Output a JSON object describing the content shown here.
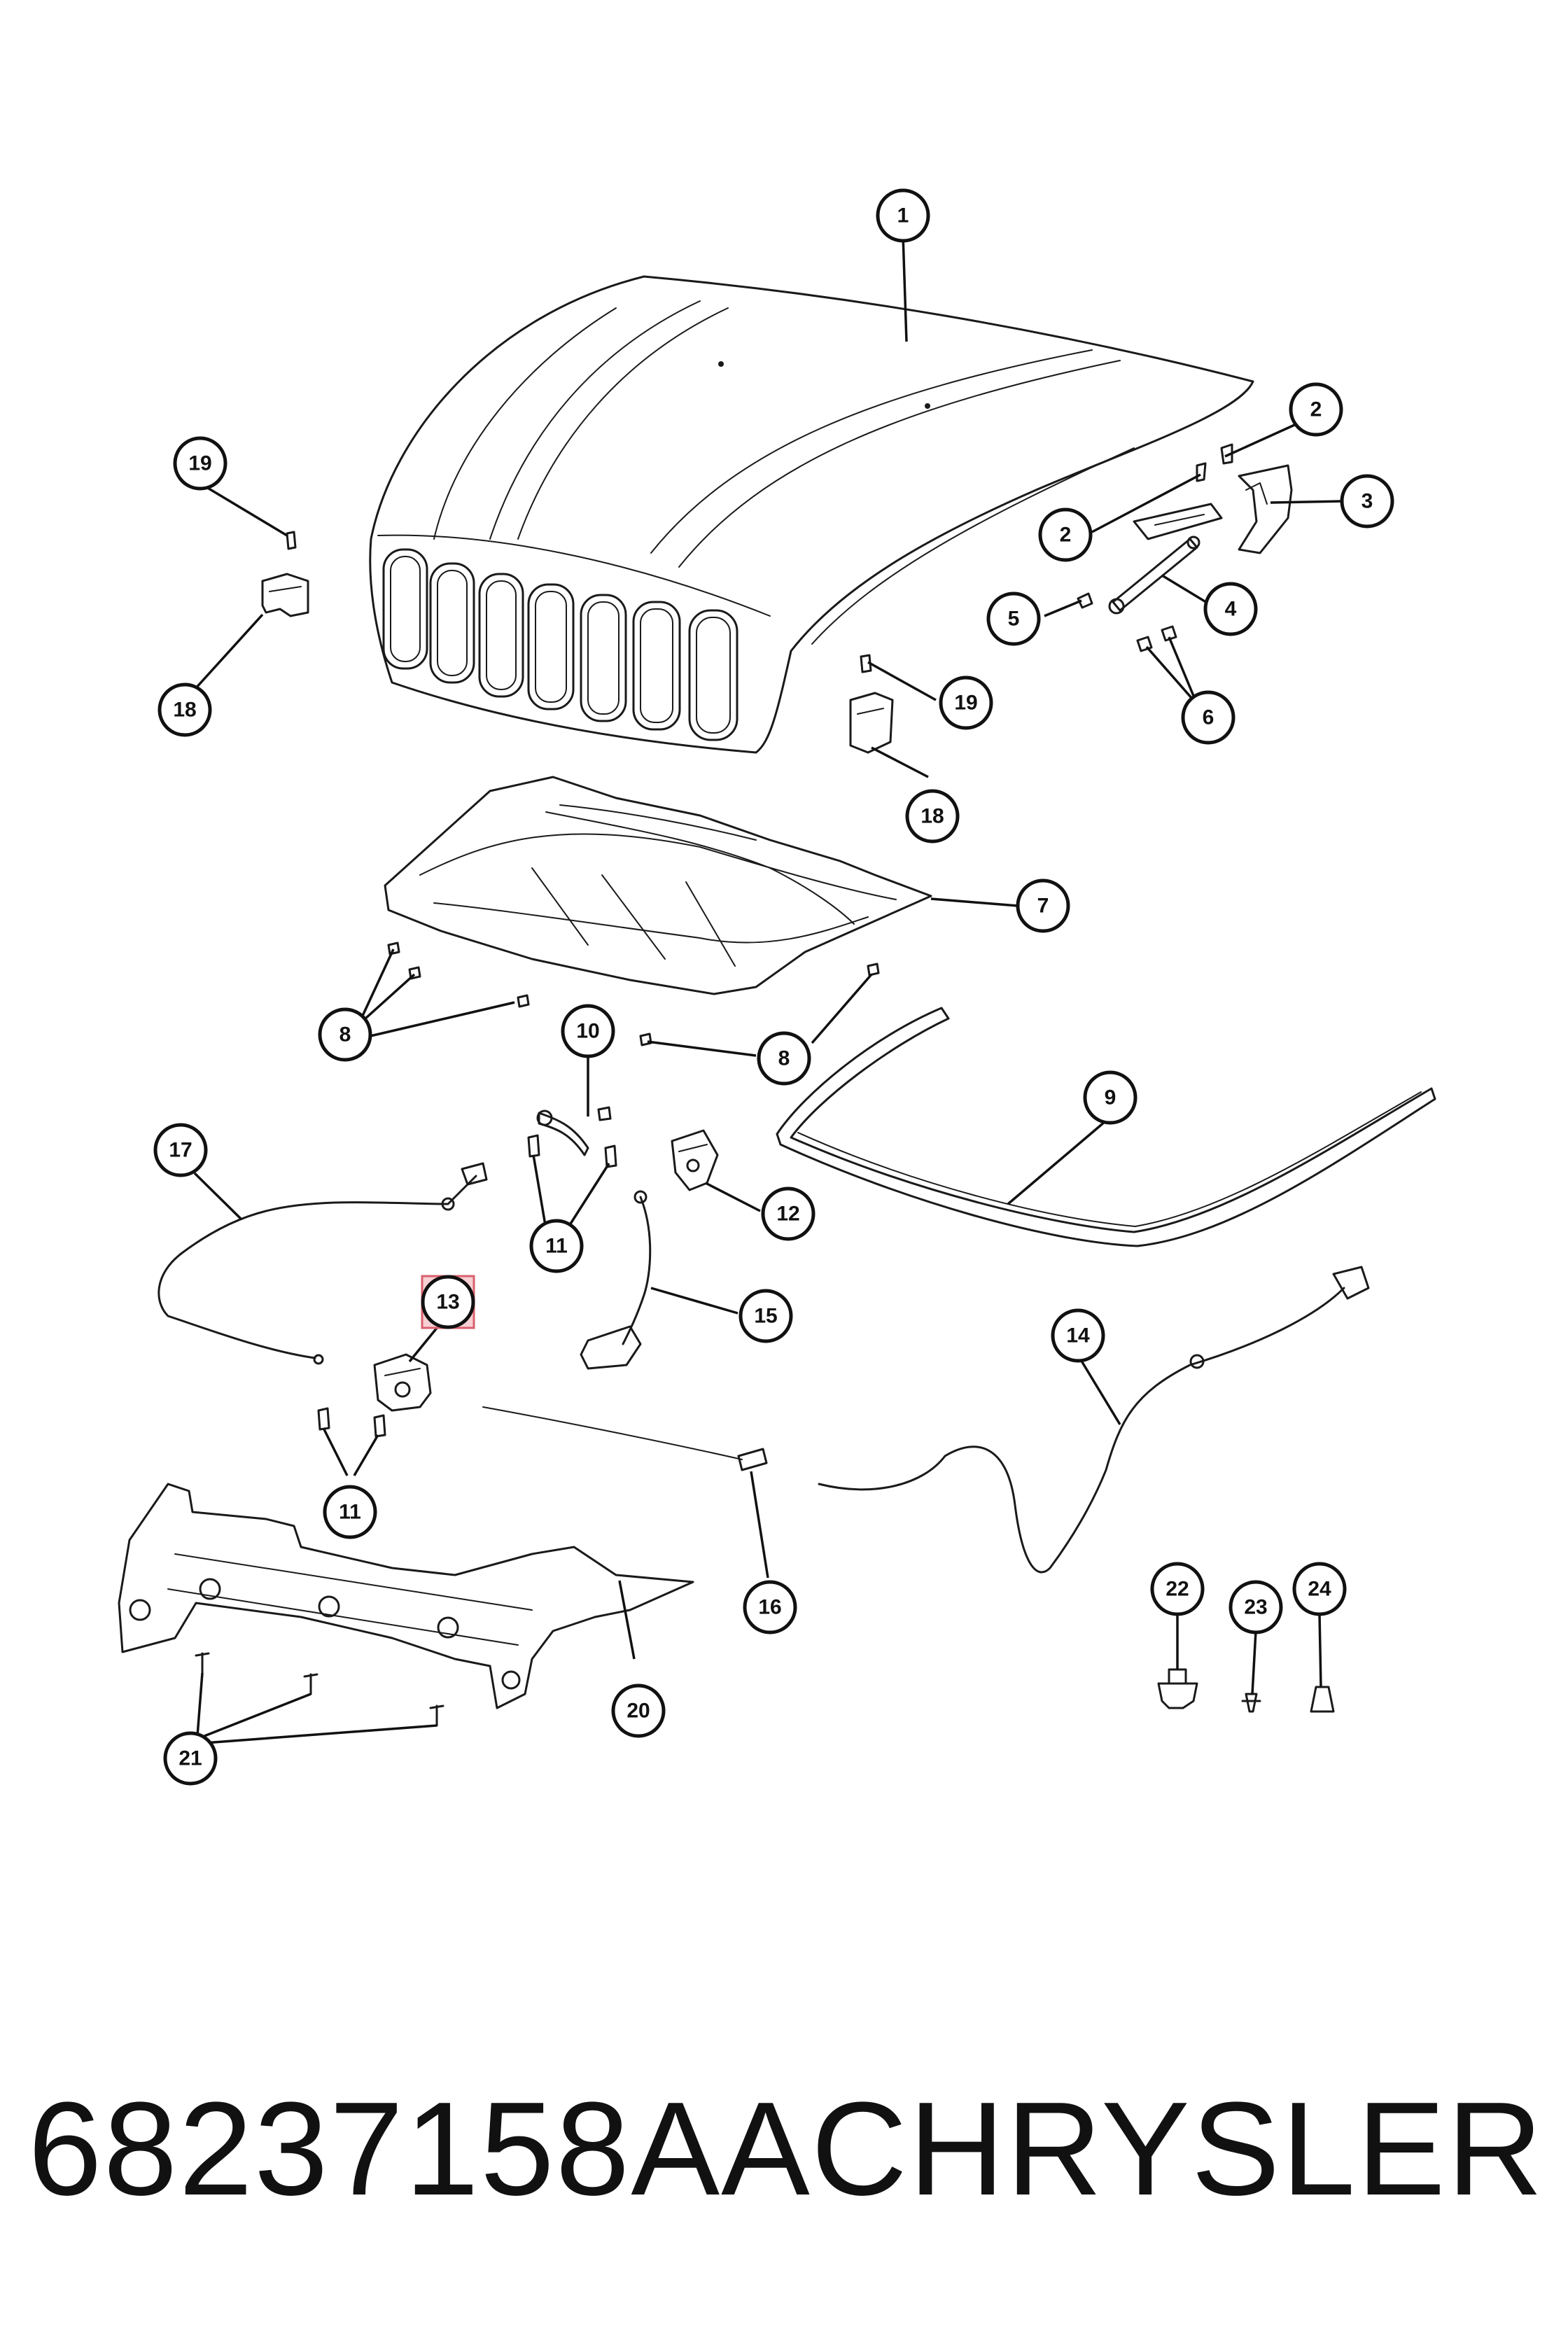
{
  "diagram": {
    "callouts": [
      {
        "id": "c1",
        "label": "1"
      },
      {
        "id": "c2a",
        "label": "2"
      },
      {
        "id": "c2b",
        "label": "2"
      },
      {
        "id": "c3",
        "label": "3"
      },
      {
        "id": "c4",
        "label": "4"
      },
      {
        "id": "c5",
        "label": "5"
      },
      {
        "id": "c6",
        "label": "6"
      },
      {
        "id": "c7",
        "label": "7"
      },
      {
        "id": "c8a",
        "label": "8"
      },
      {
        "id": "c8b",
        "label": "8"
      },
      {
        "id": "c9",
        "label": "9"
      },
      {
        "id": "c10",
        "label": "10"
      },
      {
        "id": "c11a",
        "label": "11"
      },
      {
        "id": "c11b",
        "label": "11"
      },
      {
        "id": "c12",
        "label": "12"
      },
      {
        "id": "c13",
        "label": "13",
        "highlighted": true
      },
      {
        "id": "c14",
        "label": "14"
      },
      {
        "id": "c15",
        "label": "15"
      },
      {
        "id": "c16",
        "label": "16"
      },
      {
        "id": "c17",
        "label": "17"
      },
      {
        "id": "c18a",
        "label": "18"
      },
      {
        "id": "c18b",
        "label": "18"
      },
      {
        "id": "c19a",
        "label": "19"
      },
      {
        "id": "c19b",
        "label": "19"
      },
      {
        "id": "c20",
        "label": "20"
      },
      {
        "id": "c21",
        "label": "21"
      },
      {
        "id": "c22",
        "label": "22"
      },
      {
        "id": "c23",
        "label": "23"
      },
      {
        "id": "c24",
        "label": "24"
      }
    ],
    "highlight_color": "#d9606e"
  },
  "footer": {
    "part_number": "68237158AA",
    "brand": "CHRYSLER"
  }
}
